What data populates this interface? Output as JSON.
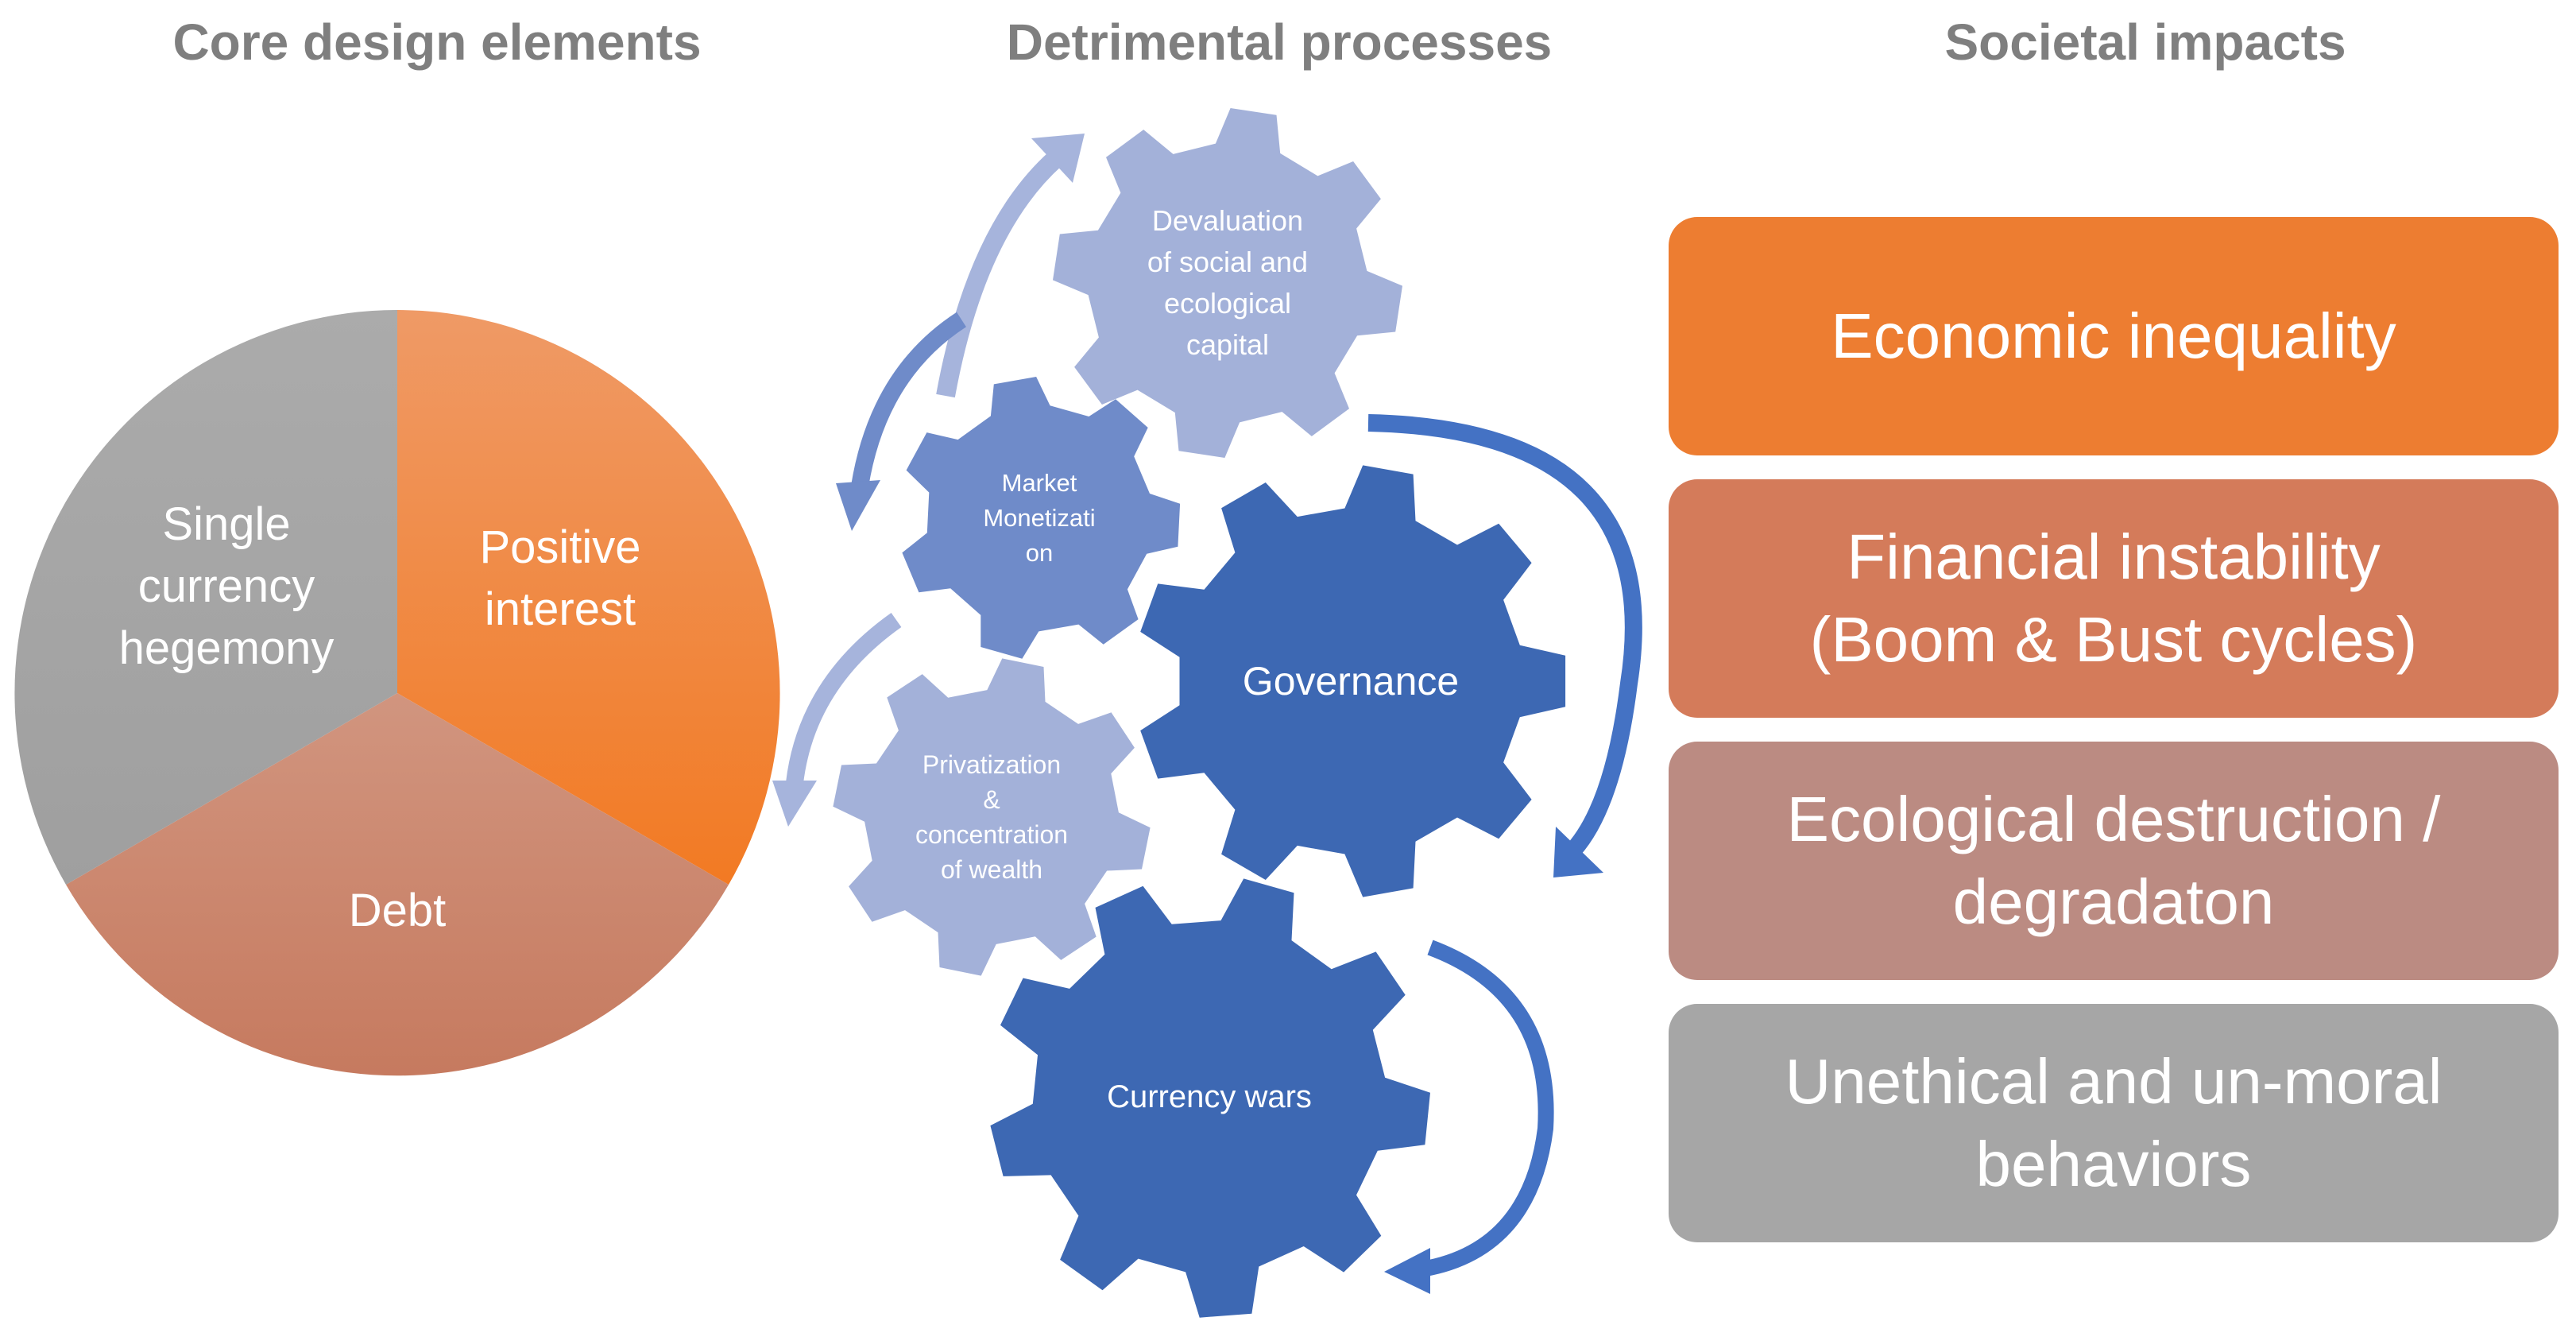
{
  "titles": {
    "core": "Core design elements",
    "processes": "Detrimental processes",
    "impacts": "Societal impacts"
  },
  "core_elements": [
    {
      "label": "Positive\ninterest",
      "color": "#f07f36"
    },
    {
      "label": "Debt",
      "color": "#c9846e"
    },
    {
      "label": "Single\ncurrency\nhegemony",
      "color": "#a5a5a5"
    }
  ],
  "processes": [
    {
      "label": "Devaluation\nof social and\necological\ncapital",
      "color": "#a3b1d9"
    },
    {
      "label": "Market\nMonetizati\non",
      "color": "#6f8bc9"
    },
    {
      "label": "Governance",
      "color": "#3d68b3"
    },
    {
      "label": "Privatization\n&\nconcentration\nof wealth",
      "color": "#a3b1d9"
    },
    {
      "label": "Currency wars",
      "color": "#3d68b3"
    }
  ],
  "impacts": [
    {
      "label": "Economic inequality",
      "color": "#ed7d31"
    },
    {
      "label": "Financial instability\n(Boom & Bust cycles)",
      "color": "#d47b5a"
    },
    {
      "label": "Ecological destruction /\ndegradaton",
      "color": "#bb8b82"
    },
    {
      "label": "Unethical and un-moral\nbehaviors",
      "color": "#a6a6a6"
    }
  ]
}
